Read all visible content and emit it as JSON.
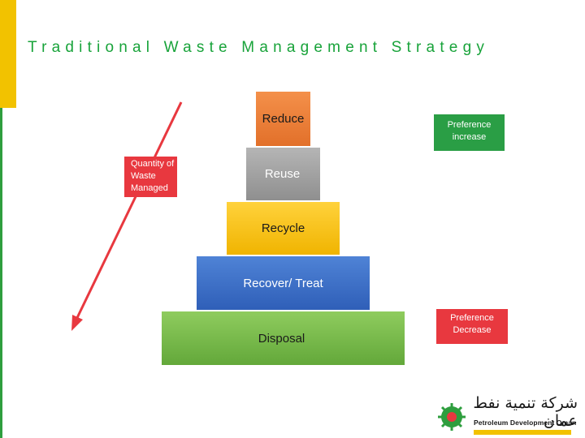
{
  "title": "Traditional Waste Management Strategy",
  "hierarchy": [
    {
      "label": "Reduce",
      "color": "#e97a35"
    },
    {
      "label": "Reuse",
      "color": "#a0a0a0"
    },
    {
      "label": "Recycle",
      "color": "#fbc214"
    },
    {
      "label": "Recover/ Treat",
      "color": "#3c6fc8"
    },
    {
      "label": "Disposal",
      "color": "#76b84a"
    }
  ],
  "labels": {
    "quantity": "Quantity of Waste Managed",
    "preference_increase": "Preference increase",
    "preference_decrease": "Preference Decrease"
  },
  "colors": {
    "title": "#18a33a",
    "arrow": "#e8383f",
    "accent_yellow": "#f2c200",
    "accent_green": "#2e9e3e"
  },
  "logo": {
    "arabic": "شركة تنمية نفط عمان",
    "english": "Petroleum Development Oman"
  }
}
